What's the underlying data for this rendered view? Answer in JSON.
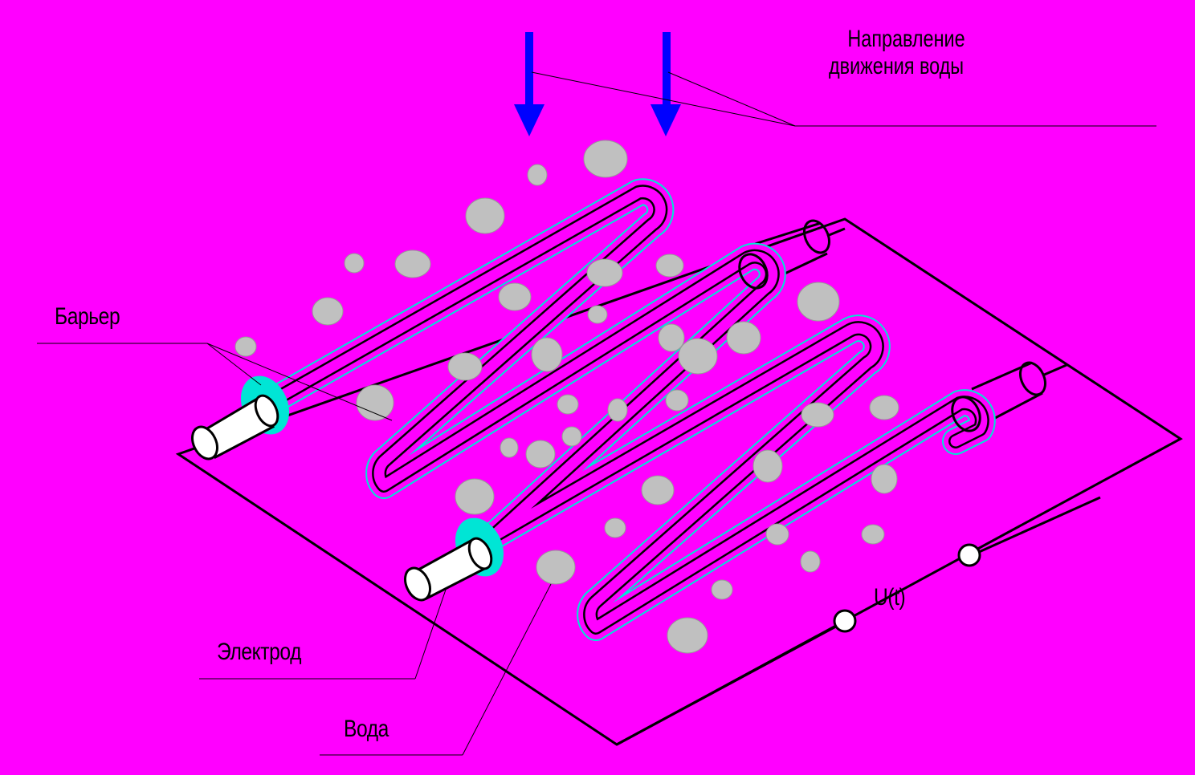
{
  "labels": {
    "flow_direction_line1": "Направление",
    "flow_direction_line2": "движения воды",
    "barrier": "Барьер",
    "electrode": "Электрод",
    "water": "Вода",
    "voltage": "U(t)"
  },
  "colors": {
    "background": "#ff00ff",
    "arrow": "#0000ff",
    "barrier": "#00e5d5",
    "electrode": "#ffffff",
    "droplet": "#c0c0c0",
    "outline": "#000000"
  }
}
